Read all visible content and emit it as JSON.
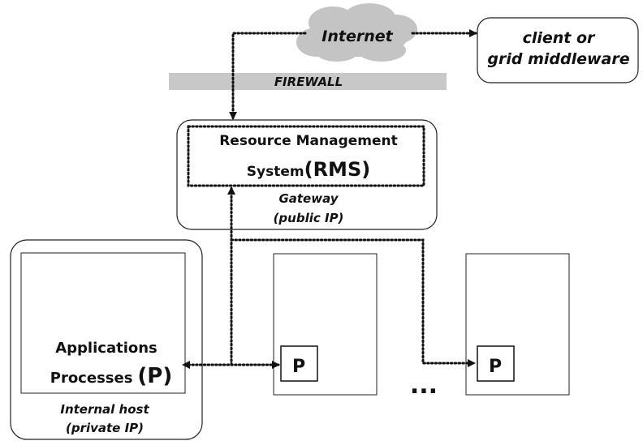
{
  "internet": {
    "label": "Internet"
  },
  "client": {
    "line1": "client or",
    "line2": "grid middleware"
  },
  "firewall": {
    "label": "FIREWALL"
  },
  "rms": {
    "line1": "Resource Management",
    "line2_prefix": "System",
    "line2_abbr": "(RMS)"
  },
  "gateway": {
    "line1": "Gateway",
    "line2": "(public IP)"
  },
  "internal_host": {
    "app_line1": "Applications",
    "app_line2_prefix": "Processes",
    "app_line2_abbr": "(P)",
    "caption_line1": "Internal host",
    "caption_line2": "(private IP)"
  },
  "node_process_label": "P",
  "ellipsis": "...",
  "colors": {
    "cloud": "#c4c4c4",
    "firewall": "#c8c8c8",
    "line": "#111111"
  }
}
